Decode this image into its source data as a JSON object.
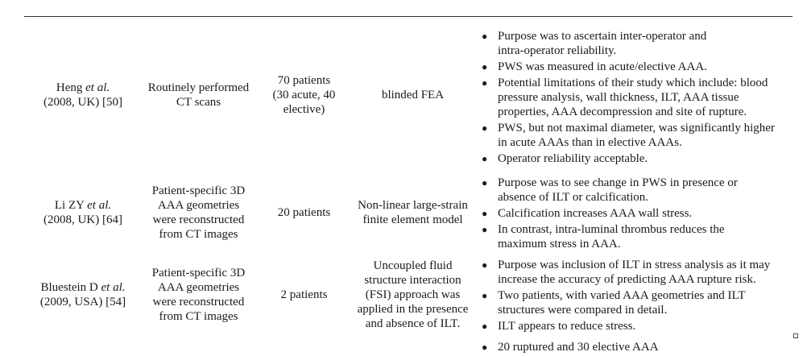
{
  "rows": [
    {
      "study": [
        "Heng et al.",
        "(2008, UK) [50]"
      ],
      "method": [
        "Routinely performed",
        "CT scans"
      ],
      "patients": [
        "70 patients",
        "(30 acute, 40",
        "elective)"
      ],
      "model": [
        "blinded FEA"
      ],
      "findings": [
        [
          "Purpose was to ascertain inter-operator and",
          "intra-operator reliability."
        ],
        [
          "PWS was measured in acute/elective AAA."
        ],
        [
          "Potential limitations of their study which include: blood",
          "pressure analysis, wall thickness, ILT, AAA tissue",
          "properties, AAA decompression and site of rupture."
        ],
        [
          "PWS, but not maximal diameter, was significantly higher",
          "in acute AAAs than in elective AAAs."
        ],
        [
          "Operator reliability acceptable."
        ]
      ]
    },
    {
      "study": [
        "Li ZY et al.",
        "(2008, UK) [64]"
      ],
      "method": [
        "Patient-specific 3D",
        "AAA geometries",
        "were reconstructed",
        "from CT images"
      ],
      "patients": [
        "20 patients"
      ],
      "model": [
        "Non-linear large-strain",
        "finite element model"
      ],
      "findings": [
        [
          "Purpose was to see change in PWS in presence or",
          "absence of ILT or calcification."
        ],
        [
          "Calcification increases AAA wall stress."
        ],
        [
          "In contrast, intra-luminal thrombus reduces the",
          "maximum stress in AAA."
        ]
      ]
    },
    {
      "study": [
        "Bluestein D et al.",
        "(2009, USA) [54]"
      ],
      "method": [
        "Patient-specific 3D",
        "AAA geometries",
        "were reconstructed",
        "from CT images"
      ],
      "patients": [
        "2 patients"
      ],
      "model": [
        "Uncoupled fluid",
        "structure interaction",
        "(FSI) approach was",
        "applied in the presence",
        "and absence of ILT."
      ],
      "findings": [
        [
          "Purpose was inclusion of ILT in stress analysis as it may",
          "increase the accuracy of predicting AAA rupture risk."
        ],
        [
          "Two patients, with varied AAA geometries and ILT",
          "structures were compared in detail."
        ],
        [
          "ILT appears to reduce stress."
        ]
      ]
    },
    {
      "findings": [
        [
          "20 ruptured and 30 elective AAA"
        ]
      ]
    }
  ]
}
